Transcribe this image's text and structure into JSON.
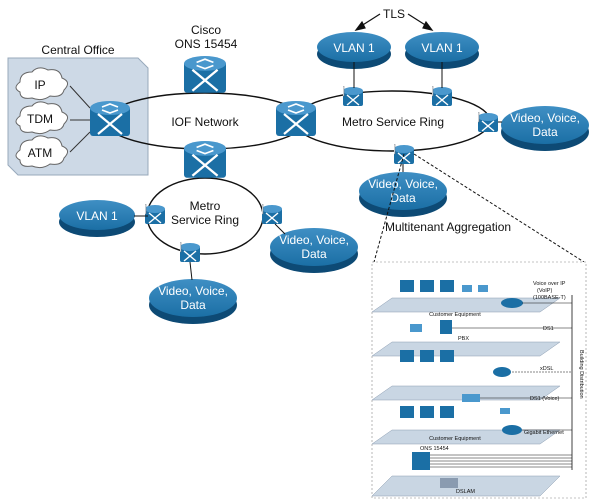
{
  "labels": {
    "central_office": "Central Office",
    "cisco": "Cisco",
    "ons": "ONS 15454",
    "iof_network": "IOF Network",
    "metro_service_ring_right": "Metro Service Ring",
    "metro_left_1": "Metro",
    "metro_left_2": "Service Ring",
    "tls": "TLS",
    "multitenant": "Multitenant Aggregation"
  },
  "clouds": [
    "IP",
    "TDM",
    "ATM"
  ],
  "vlans": {
    "top1": "VLAN 1",
    "top2": "VLAN 1",
    "left": "VLAN 1"
  },
  "video_voice_data": {
    "line1": "Video, Voice,",
    "line2": "Data"
  },
  "building": {
    "voip_1": "Voice over IP",
    "voip_2": "(VoIP)",
    "voip_3": "(100BASE-T)",
    "customer_equipment_top": "Customer Equipment",
    "ds1": "DS1",
    "pbx": "PBX",
    "xdsl": "xDSL",
    "ds1_voice": "DS1 (Voice)",
    "gigabit": "Gigabit Ethernet",
    "customer_equipment_bottom": "Customer Equipment",
    "ons15454": "ONS 15454",
    "dslam": "DSLAM",
    "building_distribution": "Building Distribution"
  },
  "colors": {
    "device_blue": "#1b6fa5",
    "device_dark": "#0d4a75",
    "floor_fill": "#c9d6e3",
    "central_office_fill": "#cdd9e6"
  }
}
